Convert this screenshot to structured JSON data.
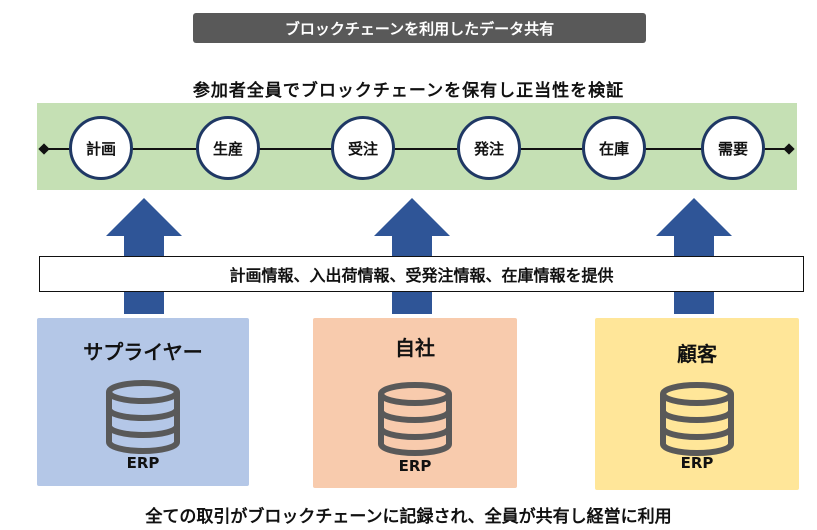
{
  "header": {
    "title": "ブロックチェーンを利用したデータ共有",
    "subtitle": "参加者全員でブロックチェーンを保有し正当性を検証"
  },
  "chain": {
    "nodes": [
      "計画",
      "生産",
      "受注",
      "発注",
      "在庫",
      "需要"
    ]
  },
  "info_bar": {
    "text": "計画情報、入出荷情報、受発注情報、在庫情報を提供"
  },
  "parties": [
    {
      "name": "サプライヤー",
      "system": "ERP",
      "color": "#b4c7e7"
    },
    {
      "name": "自社",
      "system": "ERP",
      "color": "#f8cbad"
    },
    {
      "name": "顧客",
      "system": "ERP",
      "color": "#ffe699"
    }
  ],
  "footer": {
    "text": "全ての取引がブロックチェーンに記録され、全員が共有し経営に利用"
  },
  "colors": {
    "title_bg": "#595959",
    "band": "#c5e0b4",
    "arrow": "#2f5597",
    "node_border": "#1f3864",
    "db_stroke": "#595959"
  }
}
